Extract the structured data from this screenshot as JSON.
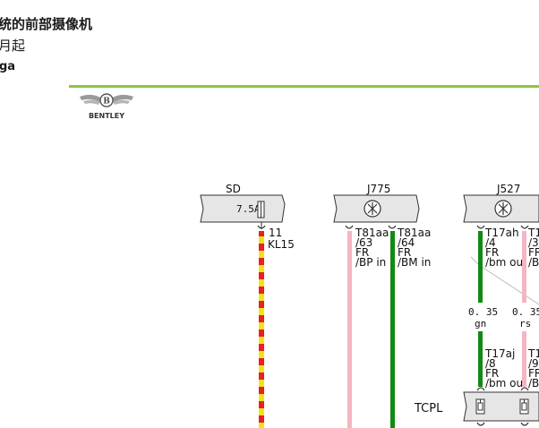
{
  "header": {
    "title": "统的前部摄像机",
    "date": "月起",
    "model": "ga"
  },
  "logo": {
    "brand": "BENTLEY"
  },
  "components": {
    "sd": {
      "name": "SD",
      "fuse_value": "7.5A"
    },
    "j775": {
      "name": "J775"
    },
    "j527": {
      "name": "J527"
    },
    "tcpl": {
      "name": "TCPL"
    }
  },
  "pins": {
    "sd_pin": {
      "num": "11",
      "sig": "KL15"
    },
    "j775_a": {
      "conn": "T81aa",
      "num": "/63",
      "fr": "FR",
      "sig": "/BP in"
    },
    "j775_b": {
      "conn": "T81aa",
      "num": "/64",
      "fr": "FR",
      "sig": "/BM in"
    },
    "j527_a": {
      "conn": "T17ah",
      "num": "/4",
      "fr": "FR",
      "sig": "/bm ou"
    },
    "j527_b": {
      "conn": "T1",
      "num": "/3",
      "fr": "FR",
      "sig": "/B"
    },
    "tcpl_a": {
      "conn": "T17aj",
      "num": "/8",
      "fr": "FR",
      "sig": "/bm ou"
    },
    "tcpl_b": {
      "conn": "T1",
      "num": "/9",
      "fr": "FR",
      "sig": "/B"
    }
  },
  "wires": {
    "w1": {
      "size": "0. 35",
      "color": "gn"
    },
    "w2": {
      "size": "0. 35",
      "color": "rs"
    }
  },
  "colors": {
    "accent_line": "#8dc63f",
    "wire_green": "#138a13",
    "wire_pink": "#f4b6c2",
    "wire_red": "#e8201e",
    "wire_yellow": "#f5e11a",
    "box_fill": "#e6e6e6"
  }
}
